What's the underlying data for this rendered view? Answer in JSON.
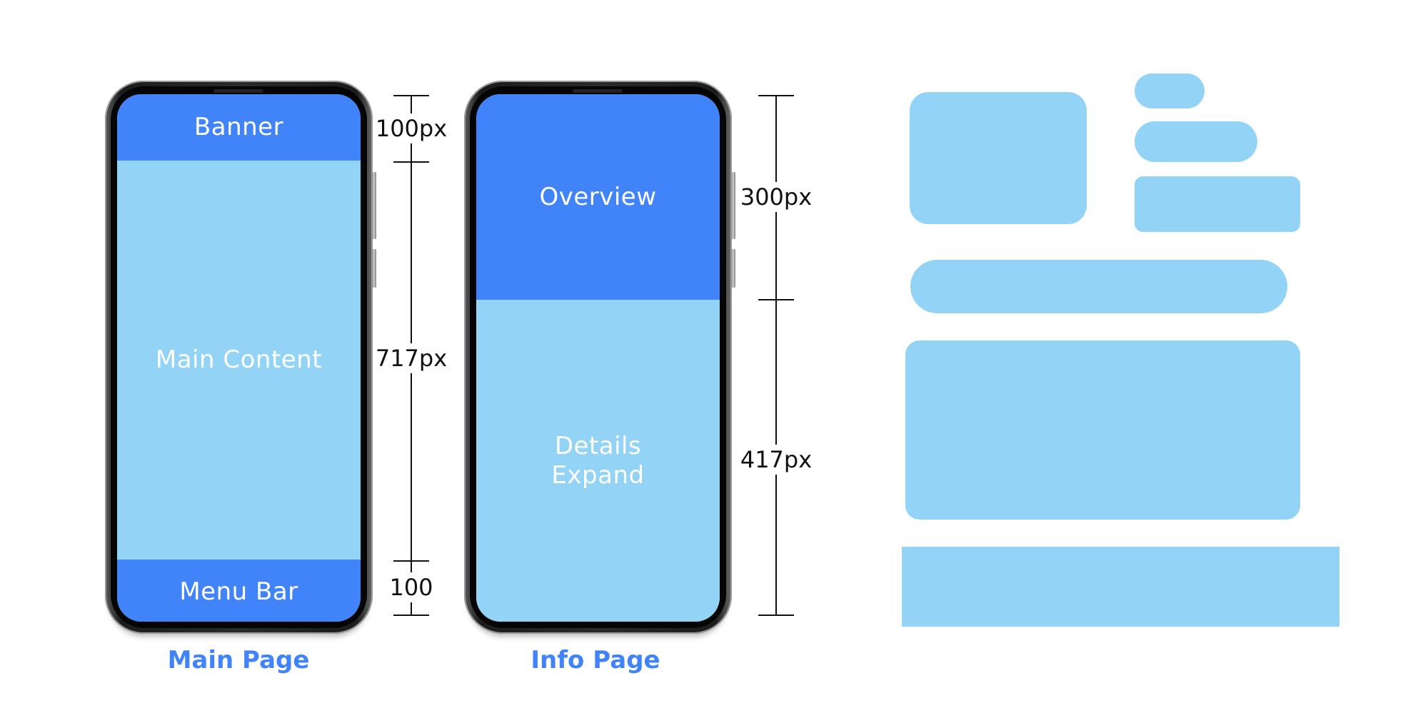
{
  "colors": {
    "primary": "#4183f8",
    "secondary": "#93d3f5"
  },
  "phones": {
    "main": {
      "caption": "Main Page",
      "banner": "Banner",
      "content": "Main Content",
      "menu": "Menu Bar",
      "dims": {
        "banner": "100px",
        "content": "717px",
        "menu": "100"
      }
    },
    "info": {
      "caption": "Info Page",
      "overview": "Overview",
      "details_line1": "Details",
      "details_line2": "Expand",
      "dims": {
        "overview": "300px",
        "details": "417px"
      }
    }
  }
}
